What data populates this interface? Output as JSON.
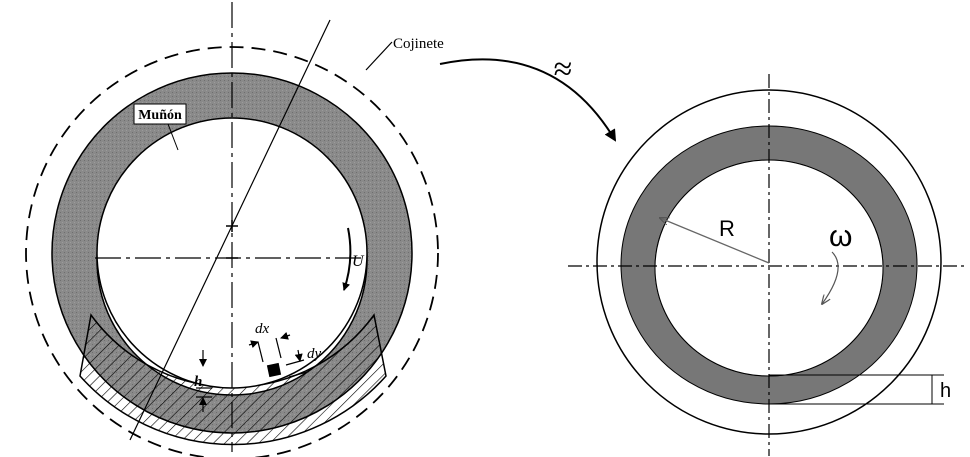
{
  "left_figure": {
    "label_cojinete": "Cojinete",
    "label_munon": "Muñón",
    "label_U": "U",
    "label_dx": "dx",
    "label_dy": "dy",
    "label_h": "h"
  },
  "approx_symbol": "≈",
  "right_figure": {
    "label_R": "R",
    "label_omega": "ω",
    "label_h": "h"
  },
  "colors": {
    "journal_fill": "#777777",
    "journal_fill_light": "#8a8a8a",
    "line": "#000000",
    "radius_line": "#6a6a6a"
  }
}
